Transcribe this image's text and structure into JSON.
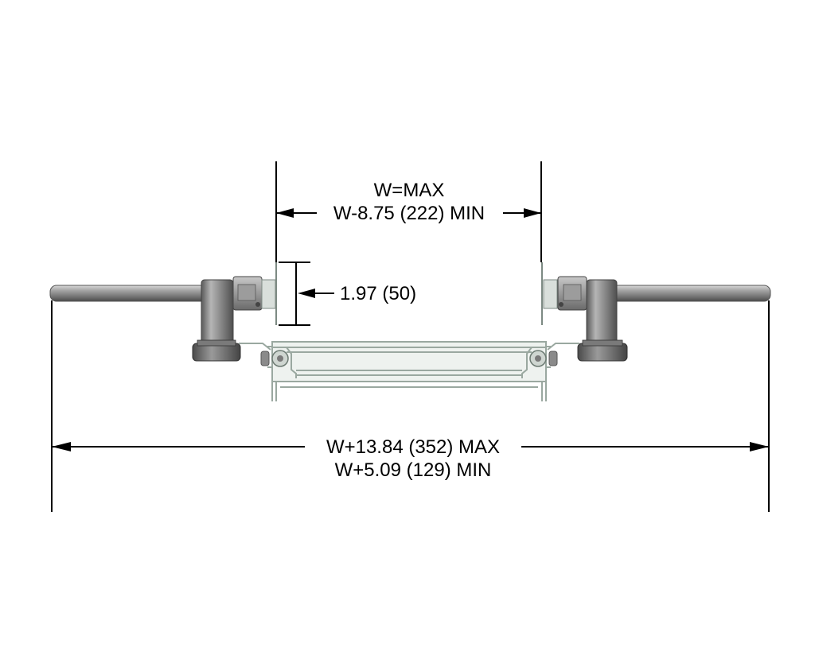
{
  "dimensions": {
    "top_line_1": "W=MAX",
    "top_line_2": "W-8.75 (222) MIN",
    "guard_height": "1.97 (50)",
    "bottom_line_1": "W+13.84 (352) MAX",
    "bottom_line_2": "W+5.09 (129) MIN"
  },
  "colors": {
    "dimension_line": "#000000",
    "bar_metal": "#8c8c8c",
    "bracket_metal": "#7a7a7a",
    "frame_profile": "#c9d2cc",
    "background": "#ffffff"
  }
}
